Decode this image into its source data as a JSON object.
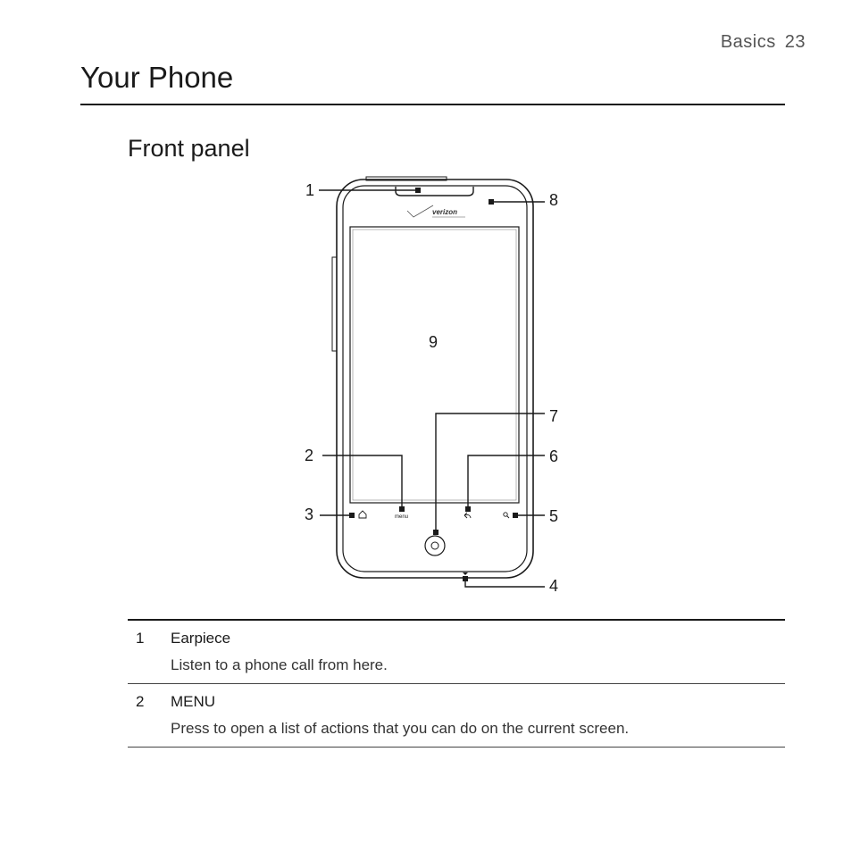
{
  "header": {
    "section": "Basics",
    "page_number": "23"
  },
  "chapter_title": "Your Phone",
  "section_title": "Front panel",
  "diagram": {
    "brand_text": "verizon",
    "menu_key_text": "menu",
    "callouts": [
      "1",
      "2",
      "3",
      "4",
      "5",
      "6",
      "7",
      "8",
      "9"
    ]
  },
  "table": {
    "rows": [
      {
        "num": "1",
        "name": "Earpiece",
        "desc": "Listen to a phone call from here."
      },
      {
        "num": "2",
        "name": "MENU",
        "desc": "Press to open a list of actions that you can do on the current screen."
      }
    ]
  }
}
